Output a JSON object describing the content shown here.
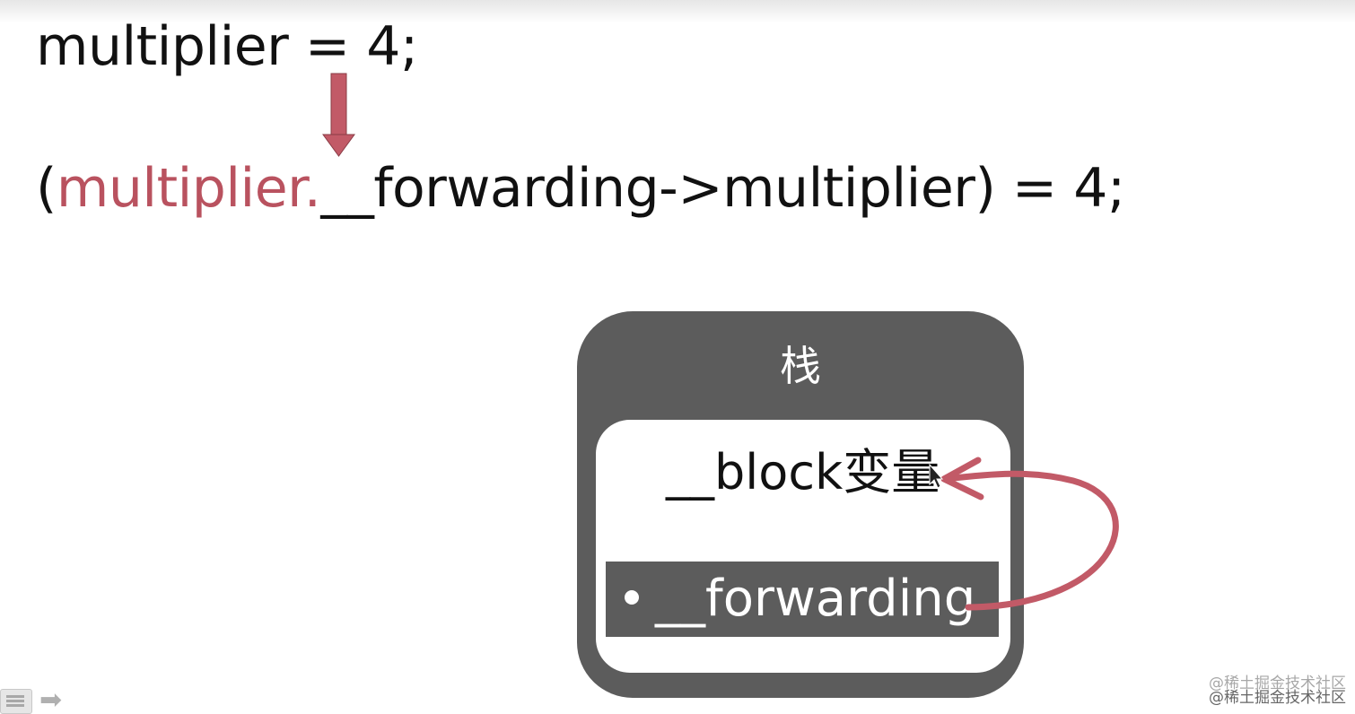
{
  "code_lines": {
    "line1": "multiplier = 4;",
    "line2": {
      "open_paren": "(",
      "highlight": "multiplier.",
      "rest": "__forwarding->multiplier) = 4;"
    }
  },
  "stack": {
    "title": "栈",
    "variable_label": "__block变量",
    "forwarding_label": "__forwarding"
  },
  "colors": {
    "highlight": "#b9525f",
    "arrow": "#c25a67",
    "box": "#5c5c5c"
  },
  "icons": {
    "down_arrow": "down-arrow-icon",
    "pointer_arrow": "curved-arrow-icon",
    "cursor": "cursor-icon",
    "menu": "menu-icon",
    "next": "next-arrow-icon"
  },
  "watermark": "@稀土掘金技术社区"
}
